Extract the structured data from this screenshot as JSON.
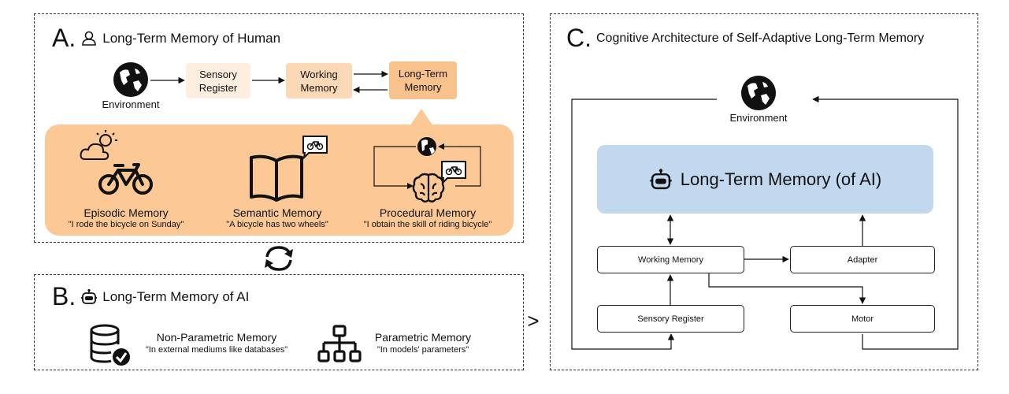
{
  "panel_a": {
    "letter": "A.",
    "title": "Long-Term Memory of Human",
    "environment_label": "Environment",
    "sensory_register": "Sensory Register",
    "working_memory": "Working Memory",
    "long_term_memory": "Long-Term Memory",
    "memories": [
      {
        "name": "Episodic Memory",
        "quote": "\"I rode the bicycle on Sunday\""
      },
      {
        "name": "Semantic Memory",
        "quote": "\"A bicycle has two wheels\""
      },
      {
        "name": "Procedural Memory",
        "quote": "\"I obtain the skill of riding bicycle\""
      }
    ]
  },
  "panel_b": {
    "letter": "B.",
    "title": "Long-Term Memory of AI",
    "non_parametric": {
      "name": "Non-Parametric Memory",
      "quote": "\"In external mediums like databases\""
    },
    "parametric": {
      "name": "Parametric Memory",
      "quote": "\"In models' parameters\""
    }
  },
  "panel_c": {
    "letter": "C.",
    "title": "Cognitive Architecture of Self-Adaptive Long-Term Memory",
    "environment_label": "Environment",
    "ltm_label": "Long-Term Memory (of AI)",
    "working_memory": "Working Memory",
    "adapter": "Adapter",
    "sensory_register": "Sensory Register",
    "motor": "Motor"
  },
  "connector_symbol": ">",
  "colors": {
    "sensory_fill": "#fdeee0",
    "working_fill": "#fbd9b7",
    "ltm_fill": "#f9c28c",
    "panel_orange": "#fcc896",
    "ltm_ai_fill": "#c2d8ee"
  }
}
